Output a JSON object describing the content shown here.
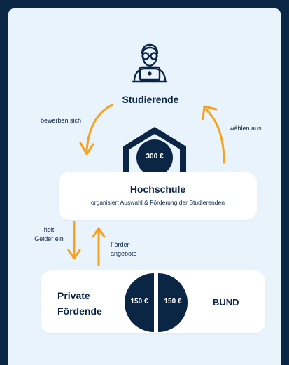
{
  "student": {
    "label": "Studierende",
    "icon": "student-laptop-icon"
  },
  "arrows": {
    "bewerben": "bewerben sich",
    "waehlen": "wählen aus",
    "holt": "holt\nGelder ein",
    "foerder": "Förder-\nangebote"
  },
  "hochschule": {
    "title": "Hochschule",
    "subtitle": "organisiert Auswahl & Förderung der Studierenden",
    "amount": "300 €",
    "icon": "university-roof-icon"
  },
  "funders": {
    "private_line1": "Private",
    "private_line2": "Fördende",
    "private_amount": "150 €",
    "bund_amount": "150 €",
    "bund_label": "BUND"
  },
  "colors": {
    "navy": "#0b2545",
    "accent": "#f4a21f",
    "panel": "#e9f3fb"
  }
}
